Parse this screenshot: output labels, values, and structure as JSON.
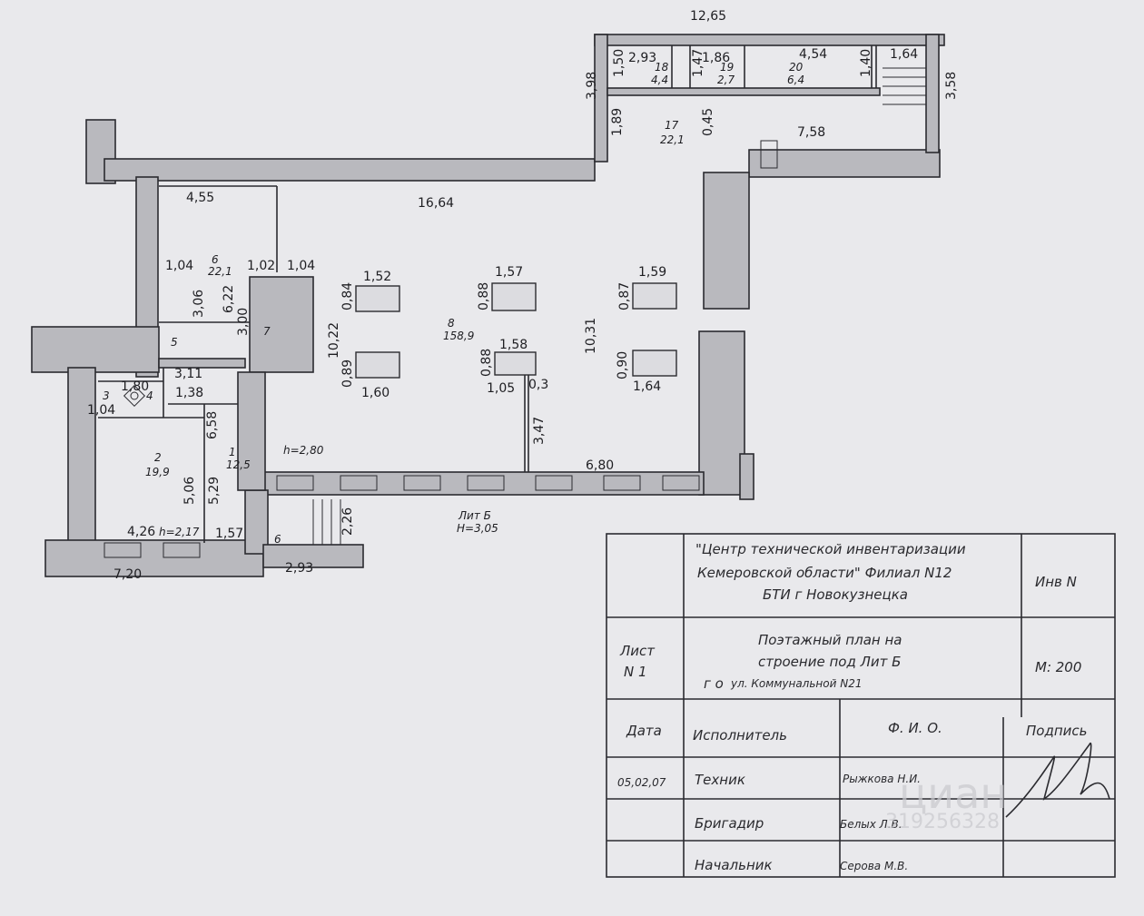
{
  "dimensions": {
    "annex_width": "12,65",
    "annex_height": "3,98",
    "annex_right_height": "3,58",
    "r18_w": "2,93",
    "r18_h": "1,50",
    "r19_w": "1,86",
    "r19_h": "1,47",
    "r20_w": "4,54",
    "r20_h": "1,40",
    "stair_w": "1,64",
    "r17_h_left": "1,89",
    "r17_h_mid": "0,45",
    "r17_w": "7,58",
    "r6_w": "4,55",
    "hall_w": "16,64",
    "r6_a": "1,04",
    "r6_b": "1,02",
    "r6_c": "1,04",
    "r6_h": "3,06",
    "r6_h2": "6,22",
    "r7_h": "3,00",
    "hall_h_left": "10,22",
    "hall_h_right": "10,31",
    "c1_w": "1,52",
    "c1_h": "0,84",
    "c2_w": "1,57",
    "c2_h": "0,88",
    "c3_w": "1,59",
    "c3_h": "0,87",
    "c4_w": "1,60",
    "c4_h": "0,89",
    "c5_w": "1,58",
    "c5_h": "0,88",
    "c6_w": "1,64",
    "c6_h": "0,90",
    "c5_off1": "1,05",
    "c5_off2": "0,3",
    "part_h": "3,47",
    "front_w": "6,80",
    "r5_w": "3,11",
    "r3_w": "1,80",
    "r3_h": "1,04",
    "r1_w": "1,38",
    "r1_h": "6,58",
    "r2_h1": "5,06",
    "r2_h2": "5,29",
    "r2_w": "4,26",
    "r2_ceiling": "h=2,17",
    "r1_w2": "1,57",
    "stair2_h": "2,26",
    "left_total": "7,20",
    "porch_w": "2,93",
    "hall_ceiling": "h=2,80"
  },
  "rooms": {
    "r18": {
      "num": "18",
      "area": "4,4"
    },
    "r19": {
      "num": "19",
      "area": "2,7"
    },
    "r20": {
      "num": "20",
      "area": "6,4"
    },
    "r17": {
      "num": "17",
      "area": "22,1"
    },
    "r6": {
      "num": "6",
      "area": "22,1"
    },
    "r8": {
      "num": "8",
      "area": "158,9"
    },
    "r7": {
      "num": "7"
    },
    "r5": {
      "num": "5"
    },
    "r3": {
      "num": "3"
    },
    "r4": {
      "num": "4"
    },
    "r2": {
      "num": "2",
      "area": "19,9"
    },
    "r1": {
      "num": "1",
      "area": "12,5"
    },
    "r6b": {
      "num": "6"
    }
  },
  "building": {
    "lit": "Лит Б",
    "height": "H=3,05"
  },
  "title_block": {
    "org_line1": "\"Центр технической инвентаризации",
    "org_line2": "Кемеровской области\" Филиал N12",
    "org_line3": "БТИ г Новокузнецка",
    "inv_label": "Инв N",
    "sheet_label": "Лист",
    "sheet_no": "N 1",
    "title_line1": "Поэтажный план на",
    "title_line2": "строение под Лит Б",
    "address_prefix": "г о",
    "address": "ул. Коммунальной N21",
    "scale": "М: 200",
    "date_label": "Дата",
    "executor_label": "Исполнитель",
    "fio_label": "Ф. И. О.",
    "signature_label": "Подпись",
    "date_value": "05,02,07",
    "role_1": "Техник",
    "name_1": "Рыжкова Н.И.",
    "role_2": "Бригадир",
    "name_2": "Белых Л.В.",
    "role_3": "Начальник",
    "name_3": "Серова М.В."
  },
  "watermark": {
    "brand": "циан",
    "id": "319256328"
  }
}
